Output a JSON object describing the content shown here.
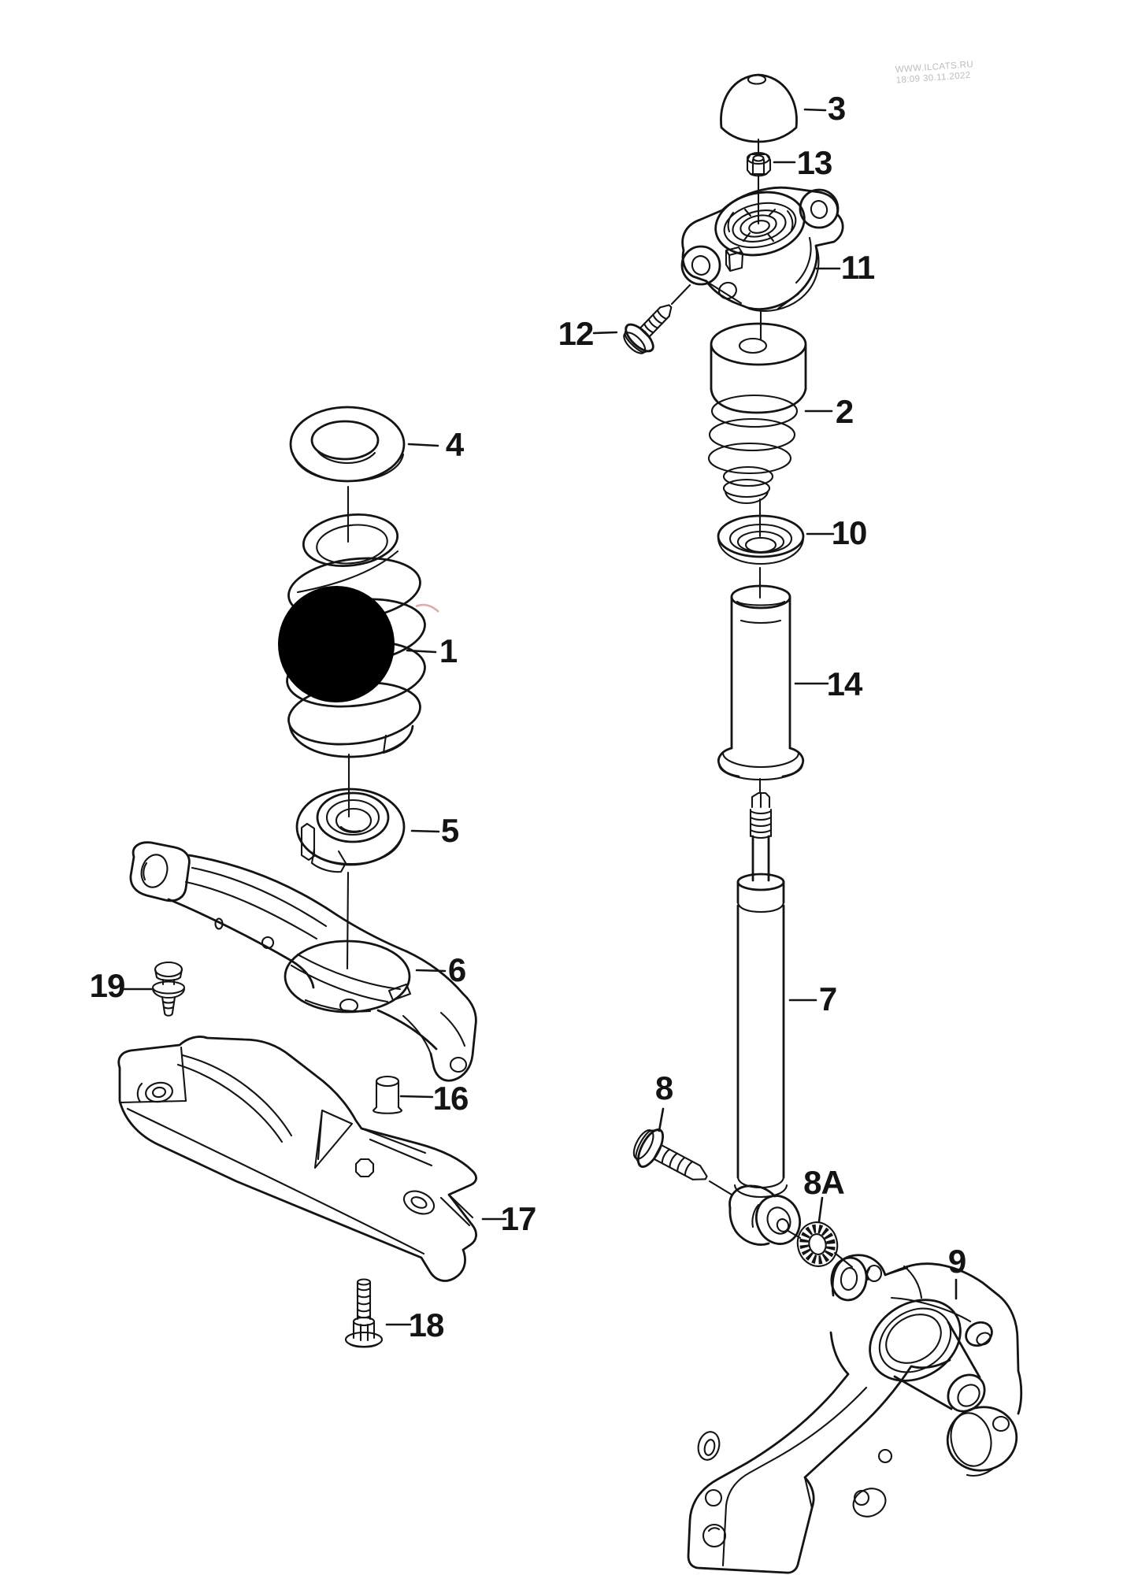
{
  "watermark": {
    "line1": "WWW.ILCATS.RU",
    "line2": "18:09 30.11.2022"
  },
  "colors": {
    "line": "#141414",
    "watermark": "#bdbdbd",
    "redaction": "#000000",
    "accent_red": "#d98f8f",
    "background": "#ffffff"
  },
  "labels": {
    "p1": {
      "text": "1"
    },
    "p2": {
      "text": "2"
    },
    "p3": {
      "text": "3"
    },
    "p4": {
      "text": "4"
    },
    "p5": {
      "text": "5"
    },
    "p6": {
      "text": "6"
    },
    "p7": {
      "text": "7"
    },
    "p8": {
      "text": "8"
    },
    "p8a": {
      "text": "8A"
    },
    "p9": {
      "text": "9"
    },
    "p10": {
      "text": "10"
    },
    "p11": {
      "text": "11"
    },
    "p12": {
      "text": "12"
    },
    "p13": {
      "text": "13"
    },
    "p14": {
      "text": "14"
    },
    "p16": {
      "text": "16"
    },
    "p17": {
      "text": "17"
    },
    "p18": {
      "text": "18"
    },
    "p19": {
      "text": "19"
    }
  }
}
